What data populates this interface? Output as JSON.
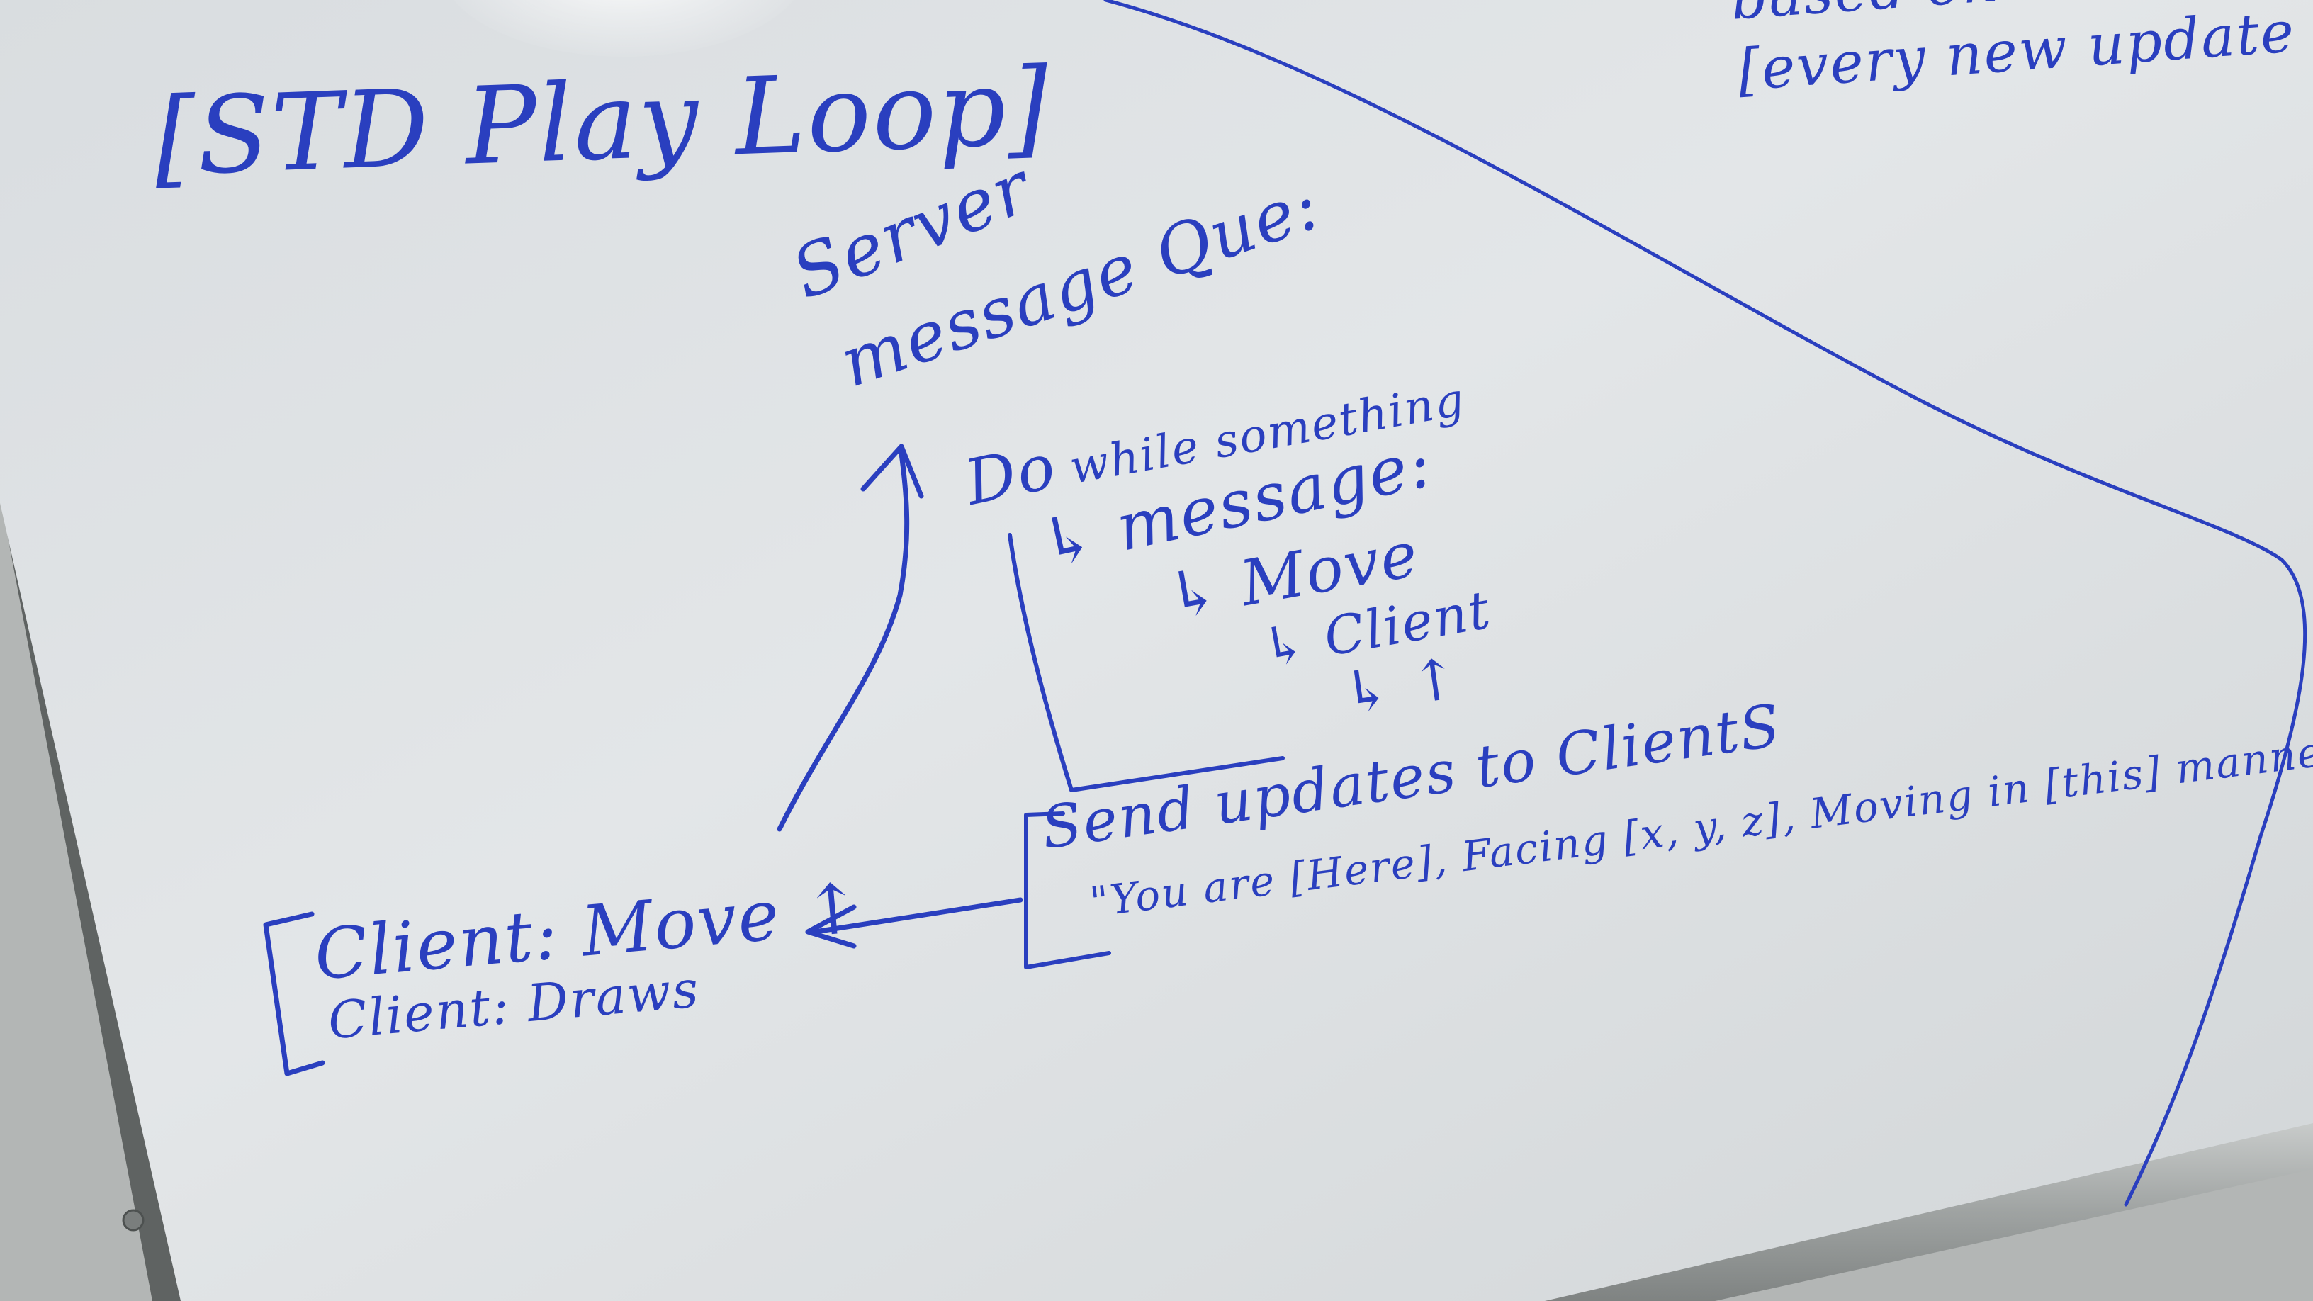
{
  "colors": {
    "ink": "#2a3fbf",
    "board": "#dfe3e6",
    "frame": "#8a8d8c",
    "wall": "#b9bcbb"
  },
  "whiteboard": {
    "title": "[STD Play Loop]",
    "server_label": "Server",
    "queue_label": "message Que:",
    "do_label": "Do",
    "while_label": "while something",
    "message_label": "↳ message:",
    "move_label": "↳ Move",
    "client_label": "↳ Client",
    "up_arrow_label": "↳ ↑",
    "send_updates_label": "Send updates to ClientS",
    "you_are_label": "\"You are [Here], Facing [x, y, z], Moving in [this] manner\"",
    "client_move_label": "Client: Move ↑",
    "client_draws_label": "Client: Draws",
    "corner_line1": "based on Last server msg",
    "corner_line2": "[every new update from"
  }
}
